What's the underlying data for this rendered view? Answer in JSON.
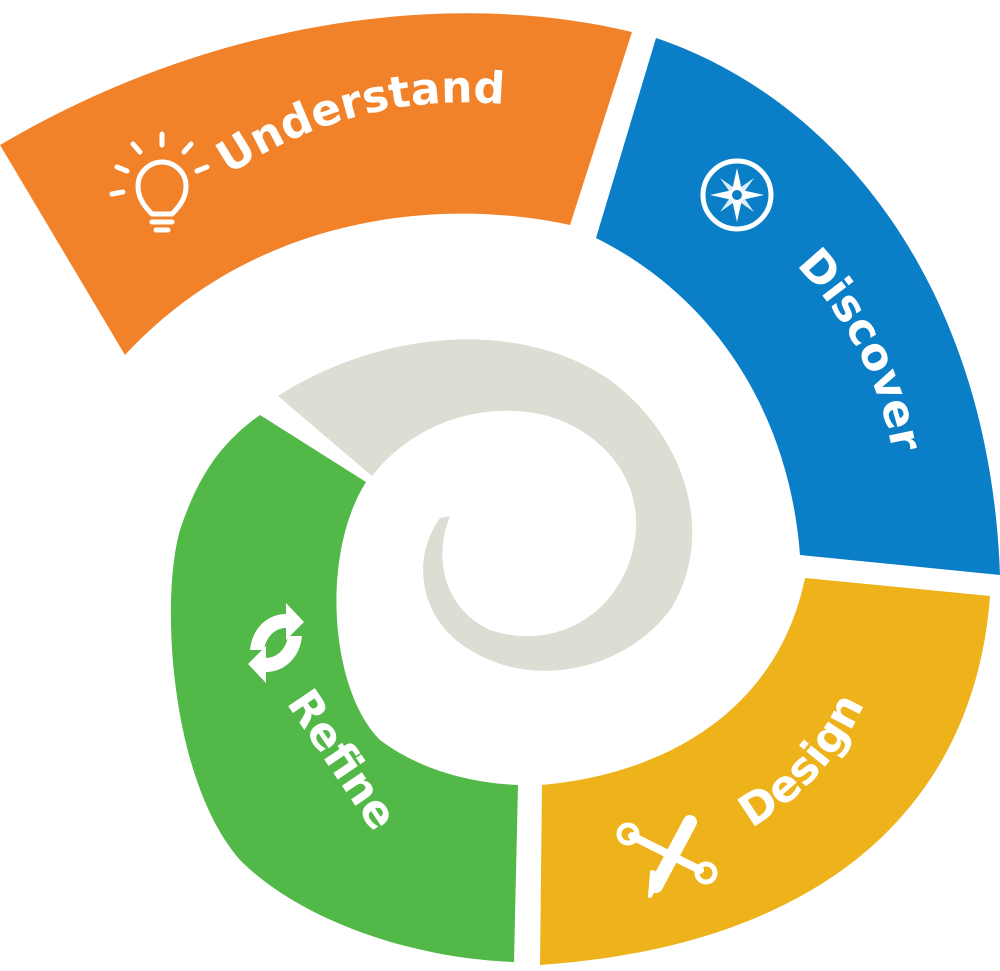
{
  "stages": [
    {
      "id": "understand",
      "label": "Understand",
      "color": "#F18229",
      "icon": "lightbulb-icon"
    },
    {
      "id": "discover",
      "label": "Discover",
      "color": "#0A7FC7",
      "icon": "compass-icon"
    },
    {
      "id": "design",
      "label": "Design",
      "color": "#EEB21B",
      "icon": "pencil-wrench-icon"
    },
    {
      "id": "refine",
      "label": "Refine",
      "color": "#52B848",
      "icon": "refresh-arrows-icon"
    }
  ],
  "spiral_color": "#DDDDD3"
}
